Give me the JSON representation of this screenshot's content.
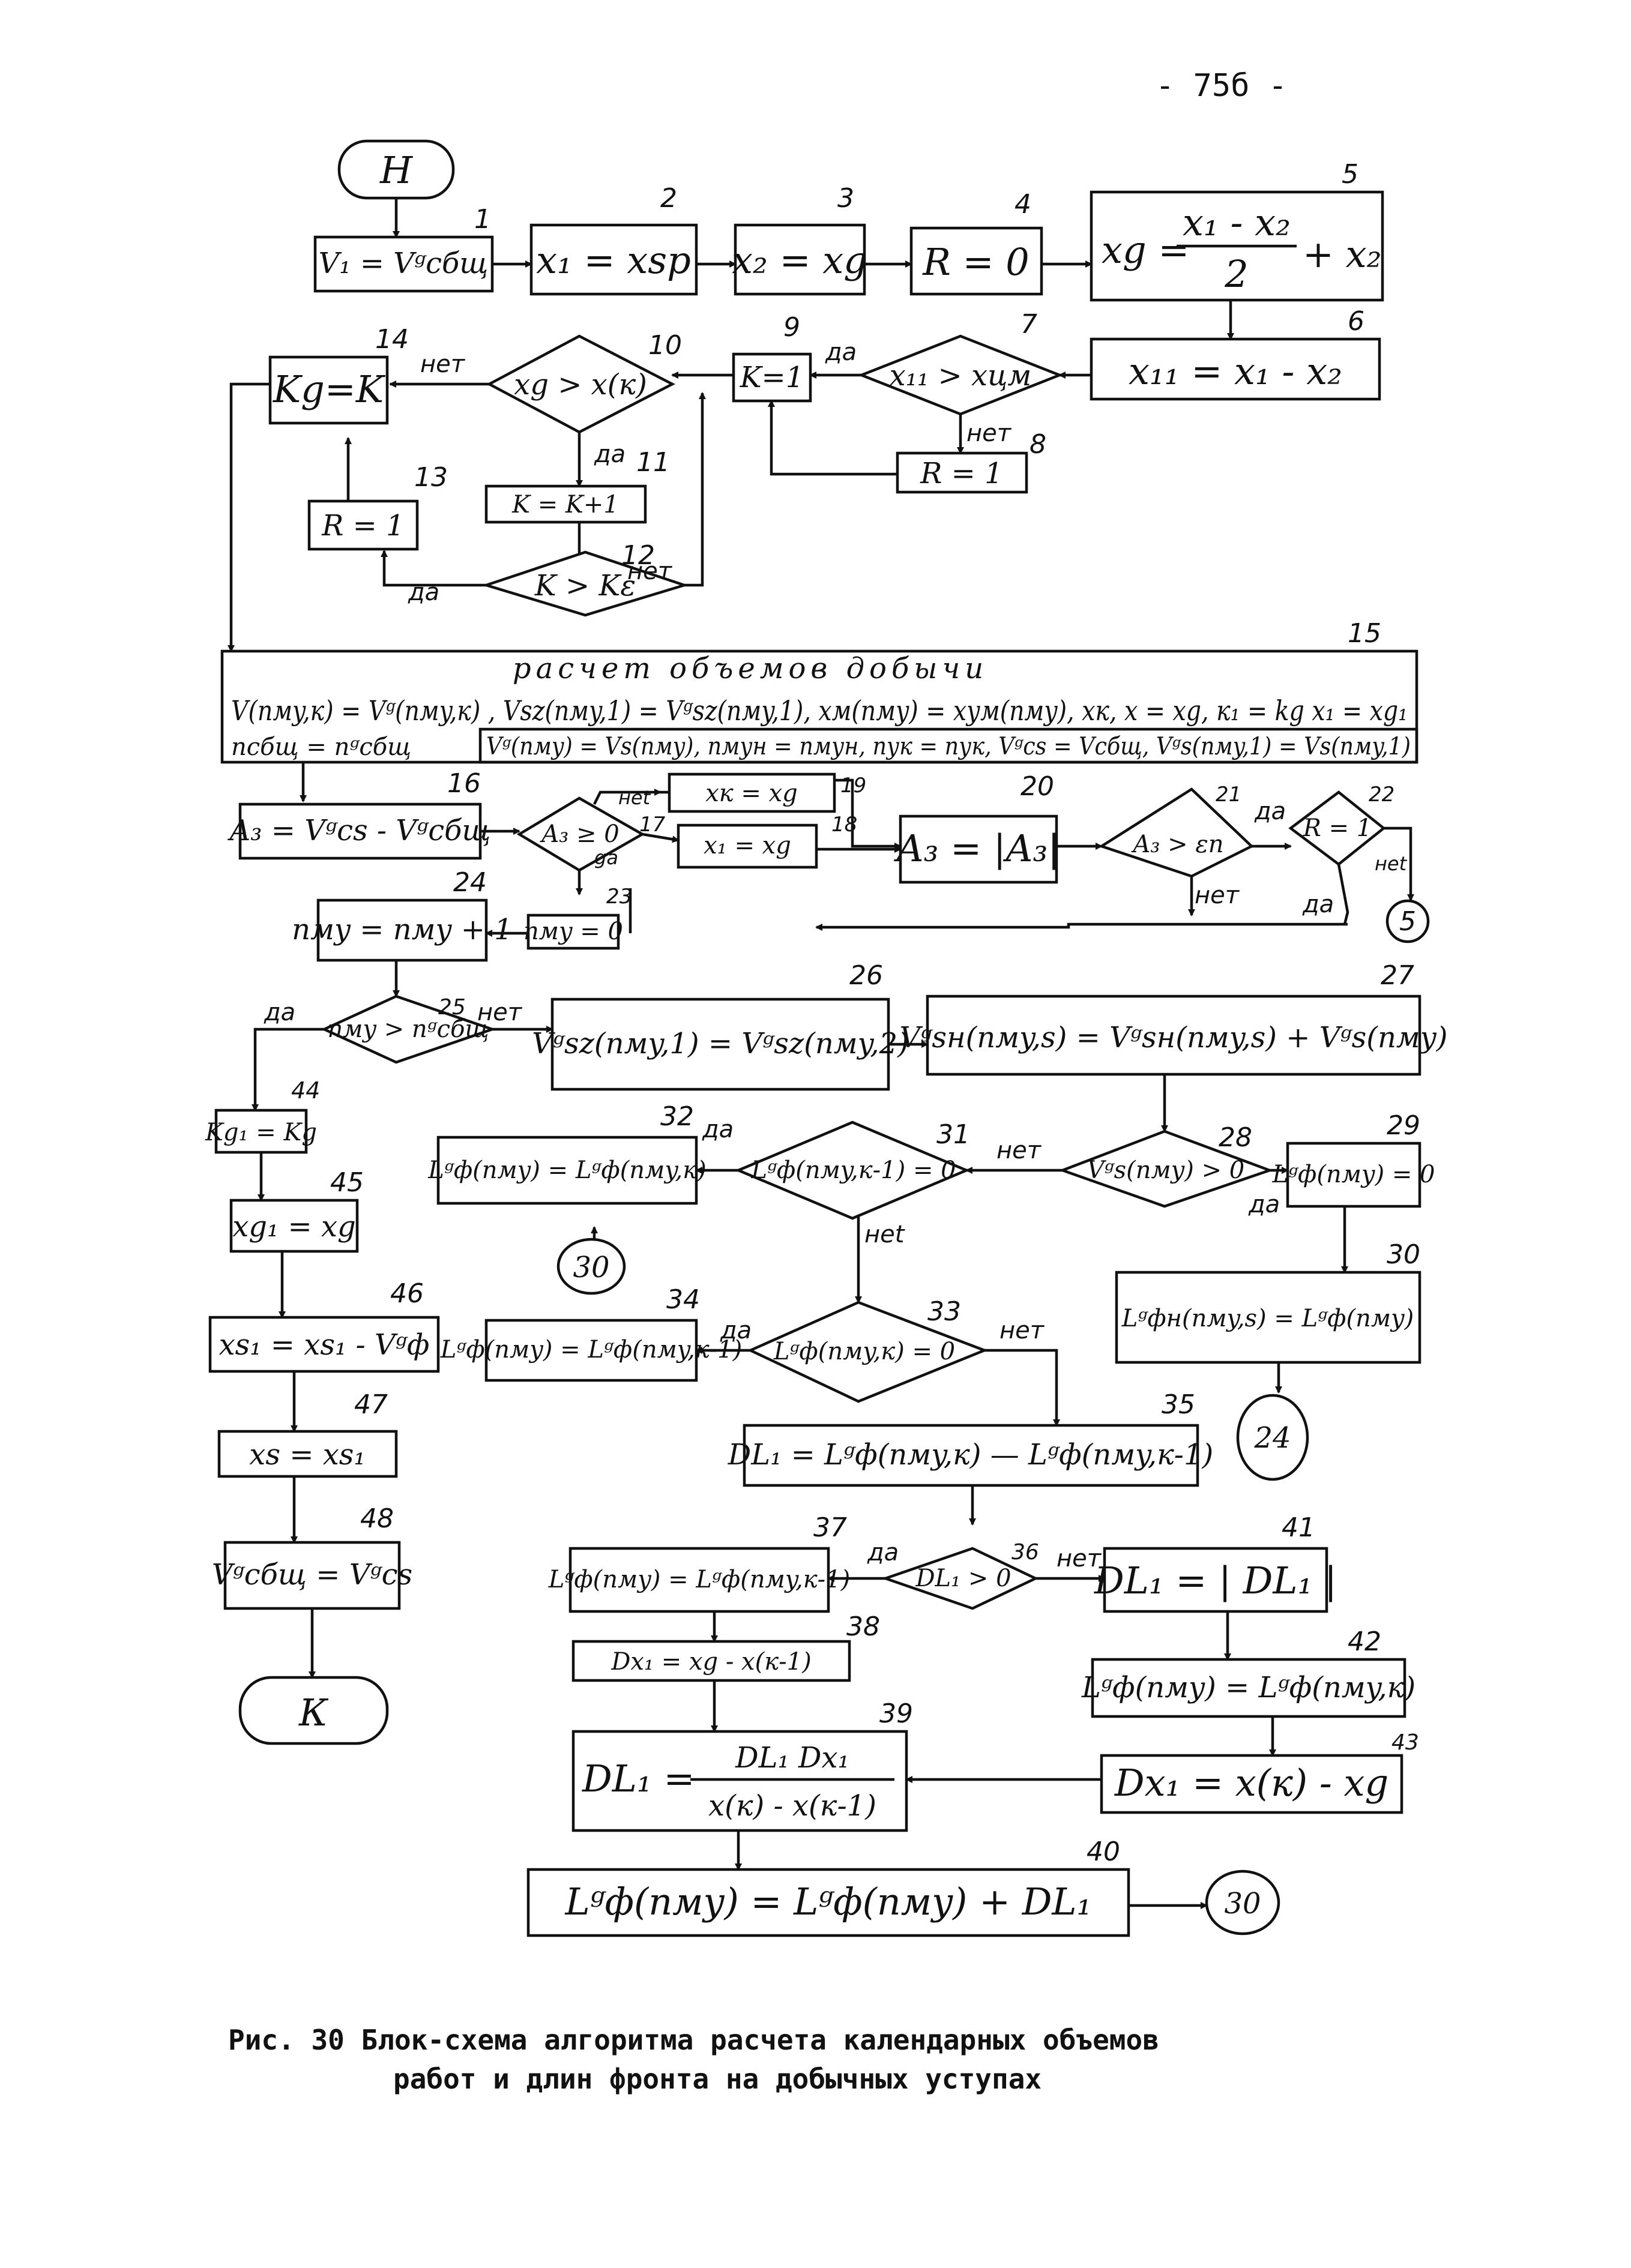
{
  "page_number": "- 75б -",
  "terminals": {
    "start": "Н",
    "end": "К"
  },
  "blocks": {
    "b1": "V₁ = Vᵍсбщ",
    "b2": "x₁ = xsp",
    "b3": "x₂ = xg",
    "b4": "R = 0",
    "b5_lhs": "xg =",
    "b5_num": "x₁ - x₂",
    "b5_den": "2",
    "b5_rhs": "+ x₂",
    "b6": "x₁₁ = x₁ - x₂",
    "b7": "x₁₁ > xцм",
    "b8": "R = 1",
    "b9": "K=1",
    "b10": "xg > x(к)",
    "b11": "K = K+1",
    "b12": "K > Kε",
    "b13": "R = 1",
    "b14": "Kg=K",
    "b15_title": "расчет объемов добычи",
    "b15_line1": "V(nмy,к) = Vᵍ(nмy,к) , Vsz(nмy,1) = Vᵍsz(nмy,1), xм(nмy) = xум(nмy), xк, x = xg, к₁ = kg  x₁ = xg₁",
    "b15_line2a": "nсбщ = nᵍсбщ",
    "b15_line2b": "Vᵍ(nмy) = Vs(nмy), nмун = nмун, nук = nук, Vᵍcs = Vсбщ, Vᵍs(nмy,1) = Vs(nмy,1)",
    "b16": "A₃ = Vᵍcs - Vᵍсбщ",
    "b17": "A₃ ≥ 0",
    "b18": "x₁ = xg",
    "b19": "xк = xg",
    "b20": "A₃ = |A₃|",
    "b21": "A₃ > εп",
    "b22": "R = 1",
    "b23": "nмy = 0",
    "b24": "nмy = nмy + 1",
    "b25": "nмy > nᵍсбщ",
    "b26": "Vᵍsz(nмy,1) = Vᵍsz(nмy,2)",
    "b27": "Vᵍsн(nмy,s) = Vᵍsн(nмy,s) + Vᵍs(nмy)",
    "b28": "Vᵍs(nмy) > 0",
    "b29": "Lᵍф(nмy) = 0",
    "b30": "Lᵍфн(nмy,s) = Lᵍф(nмy)",
    "b31": "Lᵍф(nмy,к-1) = 0",
    "b32": "Lᵍф(nмy) = Lᵍф(nмy,к)",
    "b33": "Lᵍф(nмy,к) = 0",
    "b34": "Lᵍф(nмy) = Lᵍф(nмy,к-1)",
    "b35": "DL₁ = Lᵍф(nмy,к) — Lᵍф(nмy,к-1)",
    "b36": "DL₁ > 0",
    "b37": "Lᵍф(nмy) = Lᵍф(nмy,к-1)",
    "b38": "Dx₁ = xg - x(к-1)",
    "b39_lhs": "DL₁ =",
    "b39_num": "DL₁ Dx₁",
    "b39_den": "x(к) - x(к-1)",
    "b40": "Lᵍф(nмy) = Lᵍф(nмy) + DL₁",
    "b41": "DL₁ = | DL₁ |",
    "b42": "Lᵍф(nмy) = Lᵍф(nмy,к)",
    "b43": "Dx₁ = x(к) - xg",
    "b44": "Kg₁ = Kg",
    "b45": "xg₁ = xg",
    "b46": "xs₁ = xs₁ - Vᵍф",
    "b47": "xs = xs₁",
    "b48": "Vᵍсбщ = Vᵍcs"
  },
  "numbers": [
    "1",
    "2",
    "3",
    "4",
    "5",
    "6",
    "7",
    "8",
    "9",
    "10",
    "11",
    "12",
    "13",
    "14",
    "15",
    "16",
    "17",
    "18",
    "19",
    "20",
    "21",
    "22",
    "23",
    "24",
    "25",
    "26",
    "27",
    "28",
    "29",
    "30",
    "31",
    "32",
    "33",
    "34",
    "35",
    "36",
    "37",
    "38",
    "39",
    "40",
    "41",
    "42",
    "43",
    "44",
    "45",
    "46",
    "47",
    "48"
  ],
  "connectors": {
    "c5": "5",
    "c30a": "30",
    "c24": "24",
    "c30b": "30"
  },
  "labels": {
    "yes": "да",
    "no": "нет",
    "yes_alt": "ga",
    "no_alt": "неt"
  },
  "caption": {
    "line1": "Рис. 30 Блок-схема алгоритма расчета календарных объемов",
    "line2": "работ и длин фронта на добычных уступах"
  }
}
